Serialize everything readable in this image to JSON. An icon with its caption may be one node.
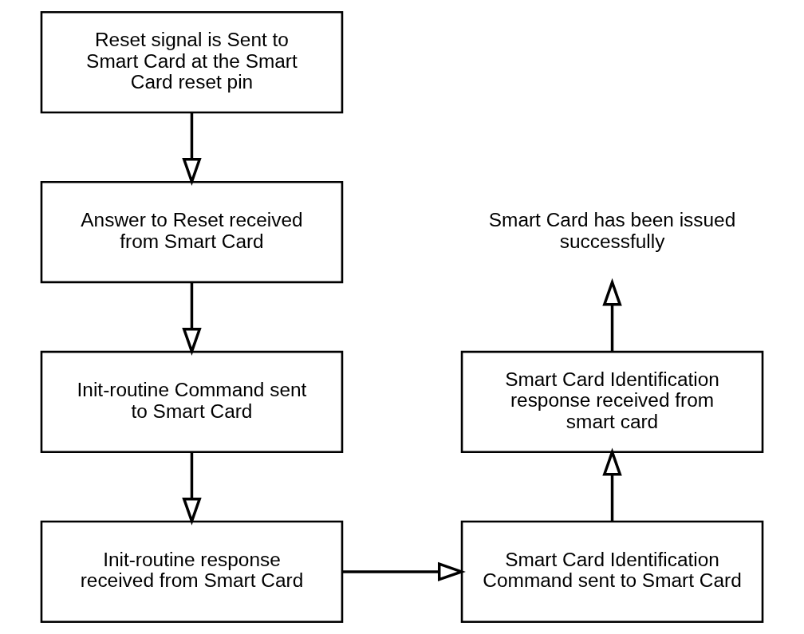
{
  "diagram": {
    "nodes": [
      {
        "text": [
          "Reset signal is Sent to Smart Card at the Smart Card reset pin"
        ]
      },
      {
        "text": [
          "Answer to Reset received from Smart Card"
        ]
      },
      {
        "text": [
          "Init-routine Command sent to Smart Card"
        ]
      },
      {
        "text": [
          "Init-routine response received from Smart Card"
        ]
      },
      {
        "text": [
          "Smart Card Identification Command sent to Smart Card"
        ]
      },
      {
        "text": [
          "Smart Card Identification response received from smart card"
        ]
      },
      {
        "text": [
          "Smart Card has been issued successfully"
        ]
      }
    ],
    "edges": [
      {
        "from": 0,
        "to": 1,
        "arrow": "to"
      },
      {
        "from": 1,
        "to": 2,
        "arrow": "to"
      },
      {
        "from": 2,
        "to": 3,
        "arrow": "to"
      },
      {
        "from": 3,
        "to": 4,
        "arrow": "to"
      },
      {
        "from": 4,
        "to": 5,
        "arrow": "to"
      },
      {
        "from": 5,
        "to": 6,
        "arrow": "to"
      }
    ]
  }
}
